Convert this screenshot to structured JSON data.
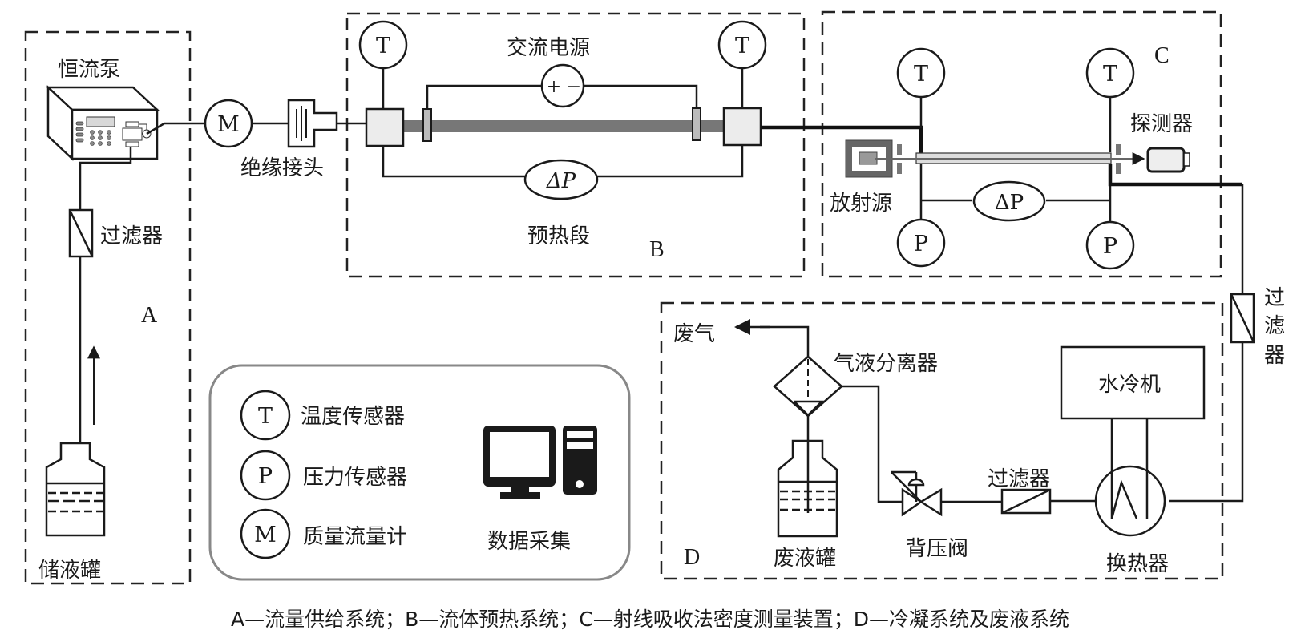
{
  "figure": {
    "section_labels": {
      "a": "A",
      "b": "B",
      "c": "C",
      "d": "D"
    },
    "system_a": {
      "pump_label": "恒流泵",
      "filter_label": "过滤器",
      "tank_label": "储液罐"
    },
    "mass_flow_meter_symbol": "M",
    "insulated_joint_label": "绝缘接头",
    "system_b": {
      "ac_power_label": "交流电源",
      "ac_plus": "+",
      "ac_minus": "−",
      "temp_symbol_left": "T",
      "temp_symbol_right": "T",
      "dp_symbol": "ΔP",
      "preheat_label": "预热段"
    },
    "system_c": {
      "temp_symbol_left": "T",
      "temp_symbol_right": "T",
      "pressure_symbol_left": "P",
      "pressure_symbol_right": "P",
      "dp_symbol": "ΔP",
      "source_label": "放射源",
      "detector_label": "探测器"
    },
    "outer_filter_label": [
      "过",
      "滤",
      "器"
    ],
    "system_d": {
      "exhaust_label": "废气",
      "separator_label": "气液分离器",
      "chiller_label": "水冷机",
      "filter_label": "过滤器",
      "waste_tank_label": "废液罐",
      "back_pressure_valve_label": "背压阀",
      "heat_exchanger_label": "换热器"
    },
    "legend": {
      "items": [
        {
          "symbol": "T",
          "label": "温度传感器"
        },
        {
          "symbol": "P",
          "label": "压力传感器"
        },
        {
          "symbol": "M",
          "label": "质量流量计"
        }
      ],
      "daq_label": "数据采集"
    },
    "caption": "A—流量供给系统；B—流体预热系统；C—射线吸收法密度测量装置；D—冷凝系统及废液系统"
  }
}
